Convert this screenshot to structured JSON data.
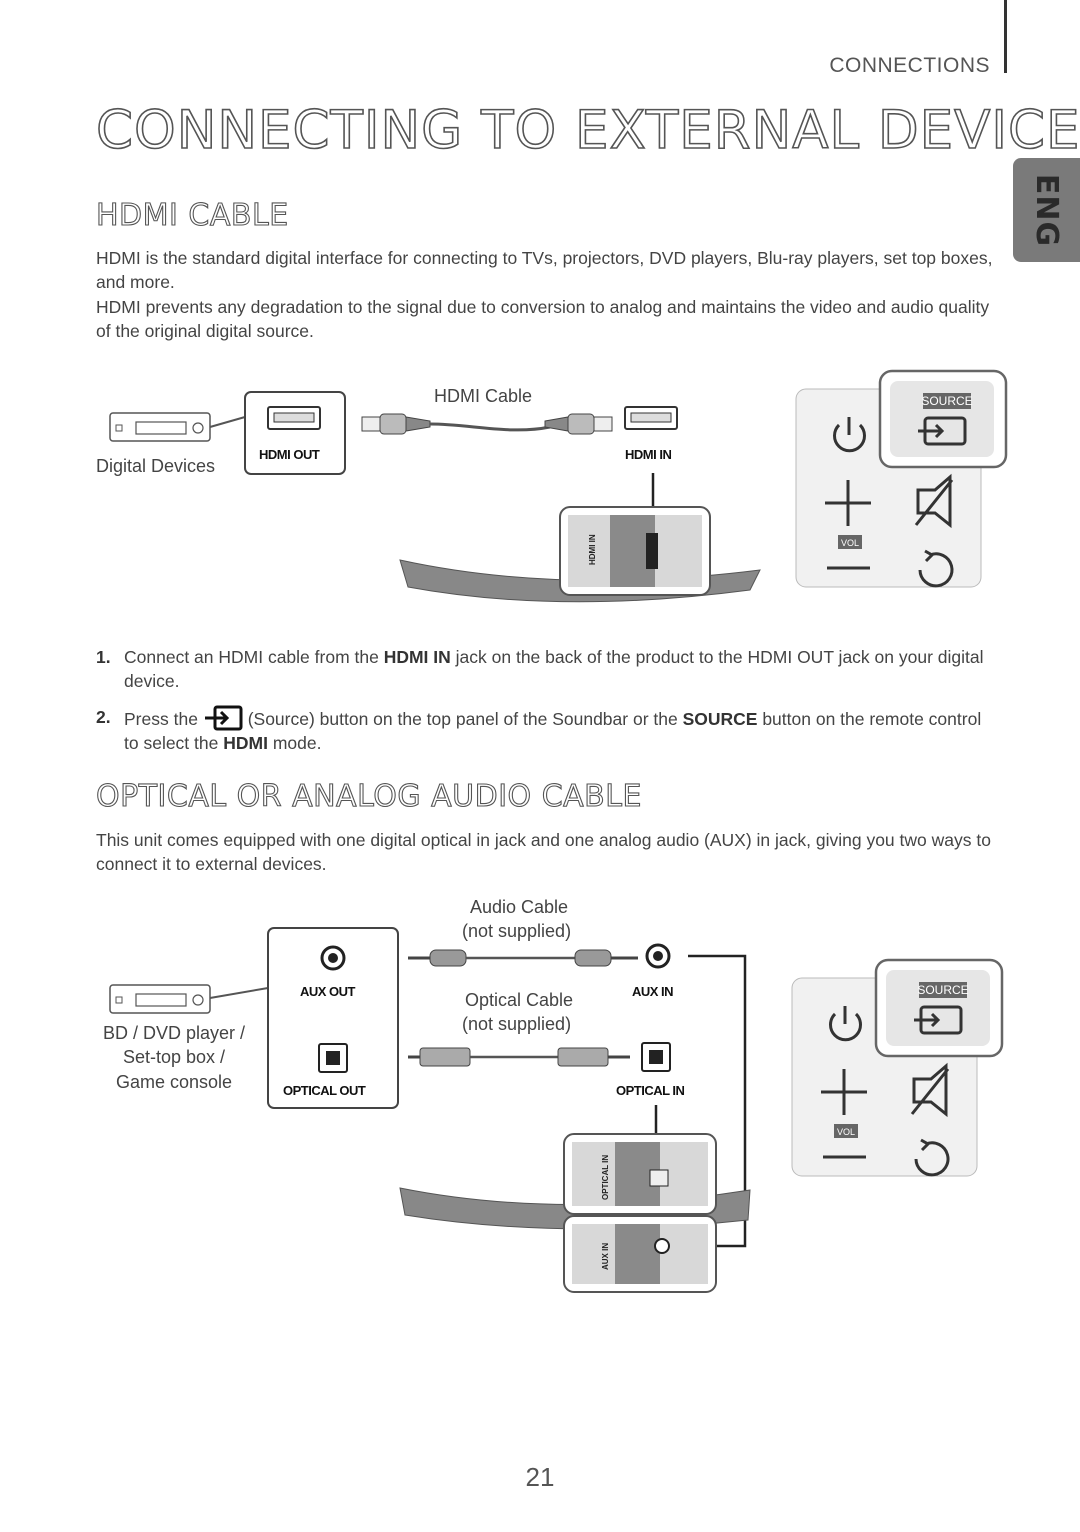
{
  "header": {
    "section": "CONNECTIONS",
    "title": "CONNECTING TO EXTERNAL DEVICES",
    "language_tab": "ENG"
  },
  "hdmi": {
    "heading": "HDMI CABLE",
    "para1": "HDMI is the standard digital interface for connecting to TVs, projectors, DVD players, Blu-ray players, set top boxes, and more.",
    "para2": "HDMI prevents any degradation to the signal due to conversion to analog and maintains the video and audio quality of the original digital source.",
    "diagram": {
      "cable_label": "HDMI Cable",
      "device_label": "Digital Devices",
      "out_port": "HDMI OUT",
      "in_port": "HDMI IN",
      "back_panel_label": "HDMI IN",
      "remote_source": "SOURCE",
      "remote_vol": "VOL"
    },
    "steps": [
      {
        "num": "1.",
        "t1": "Connect an HDMI cable from the ",
        "b1": "HDMI IN",
        "t2": " jack on the back of the product to the HDMI OUT jack on your digital device."
      },
      {
        "num": "2.",
        "t1": "Press the",
        "t2": "(Source) button on the top panel of the Soundbar or the ",
        "b1": "SOURCE",
        "t3": " button on the remote control to select the ",
        "b2": "HDMI",
        "t4": " mode."
      }
    ]
  },
  "optical": {
    "heading": "OPTICAL OR ANALOG AUDIO CABLE",
    "para1": "This unit comes equipped with one digital optical in jack and one analog audio (AUX) in jack, giving you two ways to connect it to external devices.",
    "diagram": {
      "audio_cable_label": "Audio Cable",
      "audio_cable_note": "(not supplied)",
      "optical_cable_label": "Optical Cable",
      "optical_cable_note": "(not supplied)",
      "device_label_1": "BD / DVD player /",
      "device_label_2": "Set-top box /",
      "device_label_3": "Game console",
      "aux_out": "AUX OUT",
      "optical_out": "OPTICAL OUT",
      "aux_in": "AUX IN",
      "optical_in": "OPTICAL IN",
      "back_panel_optical": "OPTICAL IN",
      "back_panel_aux": "AUX IN",
      "remote_source": "SOURCE",
      "remote_vol": "VOL"
    }
  },
  "page_number": "21"
}
